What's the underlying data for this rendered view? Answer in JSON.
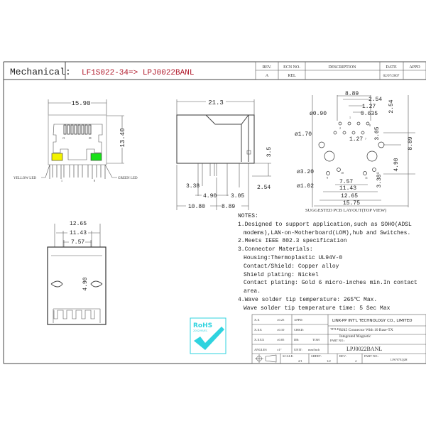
{
  "header": {
    "section_label": "Mechanical:",
    "part_change": "LF1S022-34=> LPJ0022BANL",
    "revision_table": {
      "columns": [
        "REV.",
        "ECN NO.",
        "DESCRIPTION",
        "DATE",
        "APPD"
      ],
      "rows": [
        [
          "A",
          "REL",
          "",
          "02/07/2007",
          ""
        ]
      ]
    }
  },
  "front_view": {
    "width_dim": "15.90",
    "height_dim": "13.40",
    "yellow_led_label": "YELLOW LED",
    "green_led_label": "GREEN LED",
    "contact_labels": [
      "J1",
      "J8"
    ],
    "pin_labels": [
      "1",
      "8"
    ],
    "colors": {
      "yellow_led": "#f2f200",
      "green_led": "#19e019"
    }
  },
  "side_view": {
    "length_dim": "21.3",
    "height_dim": "3.5",
    "dims": [
      "3.38",
      "4.90",
      "3.05",
      "2.54",
      "10.80",
      "8.89"
    ]
  },
  "pcb_layout": {
    "title": "SUGGESTED PCB LAYOUT(TOP VIEW)",
    "hole_dims": [
      "ø0.90",
      "ø1.70",
      "ø3.20",
      "ø1.02"
    ],
    "top_dims": [
      "8.89",
      "2.54",
      "1.27",
      "0.635"
    ],
    "right_dims": [
      "2.54",
      "3.05",
      "8.89",
      "4.90",
      "3.38"
    ],
    "bottom_dims": [
      "7.57",
      "11.43",
      "12.65",
      "15.75"
    ],
    "inner_dim": "1.27",
    "pin_numbers": [
      "1",
      "2",
      "7",
      "8",
      "9",
      "10",
      "11",
      "12"
    ]
  },
  "bottom_view": {
    "dims": [
      "12.65",
      "11.43",
      "7.57"
    ],
    "vertical_dim": "4.90"
  },
  "notes": {
    "heading": "NOTES:",
    "lines": [
      "1.Designed to support application,such as SOHO(ADSL",
      "modems),LAN-on-Motherboard(LOM),hub and Switches.",
      "2.Meets IEEE 802.3 specification",
      "3.Connector Materials:",
      "Housing:Thermoplastic UL94V-0",
      "Contact/Shield: Copper alloy",
      "Shield plating: Nickel",
      "Contact plating: Gold 6 micro-inches min.In contact",
      "area.",
      "4.Wave solder tip temperature: 265℃ Max.",
      "Wave solder tip temperature time: 5 Sec Max"
    ]
  },
  "rohs_logo": {
    "text": "RoHS",
    "subtext": "2002/95/EC",
    "color": "#2fd3df"
  },
  "title_block": {
    "tolerances": [
      {
        "label": "X.X",
        "value": "±0.25"
      },
      {
        "label": "X.XX",
        "value": "±0.10"
      },
      {
        "label": "X.XXX",
        "value": "±0.05"
      },
      {
        "label": "ANGLES",
        "value": "±1°"
      }
    ],
    "appd_label": "APPD:",
    "chkd_label": "CHKD:",
    "dr_label": "DR:",
    "dr_value": "TOM",
    "unit_label": "UNIT:",
    "unit_value": "mm/Inch",
    "company": "LINK-PP INT'L TECHNOLOGY CO., LIMITED",
    "title_label": "TITLE:",
    "title_lines": [
      "RJ45 Connector With 10 Base-TX",
      "Integrated Magnetic"
    ],
    "part_no_label": "PART NO.:",
    "part_no": "LPJ0022BANL",
    "scale_label": "SCALE:",
    "scale": "2/1",
    "sheet_label": "SHEET:",
    "sheet": "1/2",
    "rev_label": "REV:",
    "rev": "4",
    "part_no2_label": "PART NO.:",
    "part_no2": "LPS707XQ2H"
  }
}
